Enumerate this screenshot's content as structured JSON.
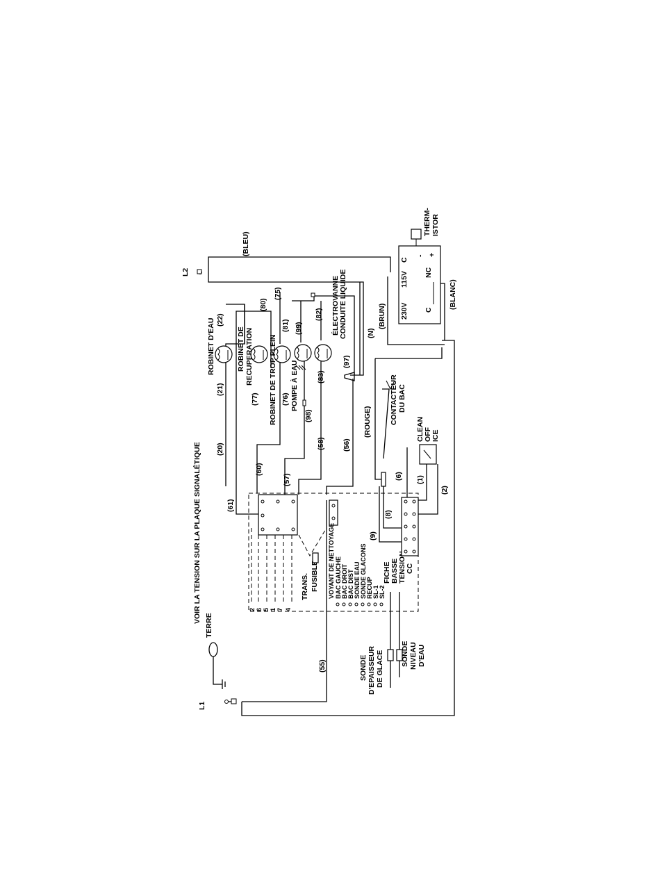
{
  "diagram": {
    "title": "VOIR LA TENSION SUR LA PLAQUE SIGNALÉTIQUE",
    "lines": {
      "l1": "L1",
      "l2": "L2"
    },
    "ground": "TERRE",
    "wire_colors": {
      "bleu": "(BLEU)",
      "brun": "(BRUN)",
      "blanc": "(BLANC)",
      "rouge": "(ROUGE)",
      "n": "(N)"
    },
    "components": {
      "robinet_eau": "ROBINET D'EAU",
      "robinet_recup_1": "ROBINET DE",
      "robinet_recup_2": "RECUPERATION",
      "robinet_trop_plein": "ROBINET DE TROP PLEIN",
      "pompe_eau": "POMPE À EAU",
      "electrovanne_1": "ÉLECTROVANNE",
      "electrovanne_2": "CONDUITE LIQUIDE",
      "contacteur_1": "CONTACTEUR",
      "contacteur_2": "DU BAC",
      "switch_1": "CLEAN",
      "switch_2": "OFF",
      "switch_3": "ICE",
      "thermistor_1": "THERM-",
      "thermistor_2": "ISTOR",
      "relay_230": "230V",
      "relay_115": "115V",
      "relay_c1": "C",
      "relay_c2": "C",
      "relay_nc": "NC",
      "relay_minus": "-",
      "relay_plus": "+",
      "trans": "TRANS.",
      "fusible": "FUSIBLE",
      "voyant": "VOYANT DE NETTOYAGE",
      "fiche_1": "FICHE",
      "fiche_2": "BASSE",
      "fiche_3": "TENSION",
      "fiche_4": "CC",
      "sonde_ep_1": "SONDE",
      "sonde_ep_2": "D'EPAISSEUR",
      "sonde_ep_3": "DE GLACE",
      "sonde_niv_1": "SONDE",
      "sonde_niv_2": "NIVEAU",
      "sonde_niv_3": "D'EAU"
    },
    "board_labels": [
      "BAC GAUCHE",
      "BAC DROIT",
      "BAC DIST",
      "SONDE EAU",
      "SONDE GLACONS",
      "RECUP",
      "SL-1",
      "SL-2"
    ],
    "pin_numbers": [
      "2",
      "6",
      "5",
      "1",
      "7",
      "4"
    ],
    "wire_numbers": {
      "w20": "(20)",
      "w21": "(21)",
      "w22": "(22)",
      "w60": "(60)",
      "w61": "(61)",
      "w77": "(77)",
      "w80": "(80)",
      "w75": "(75)",
      "w76": "(76)",
      "w81": "(81)",
      "w57": "(57)",
      "w98": "(98)",
      "w99": "(99)",
      "w58": "(58)",
      "w83": "(83)",
      "w82": "(82)",
      "w56": "(56)",
      "w97": "(97)",
      "w55": "(55)",
      "w6": "(6)",
      "w1": "(1)",
      "w2": "(2)",
      "w8": "(8)",
      "w9": "(9)"
    }
  }
}
